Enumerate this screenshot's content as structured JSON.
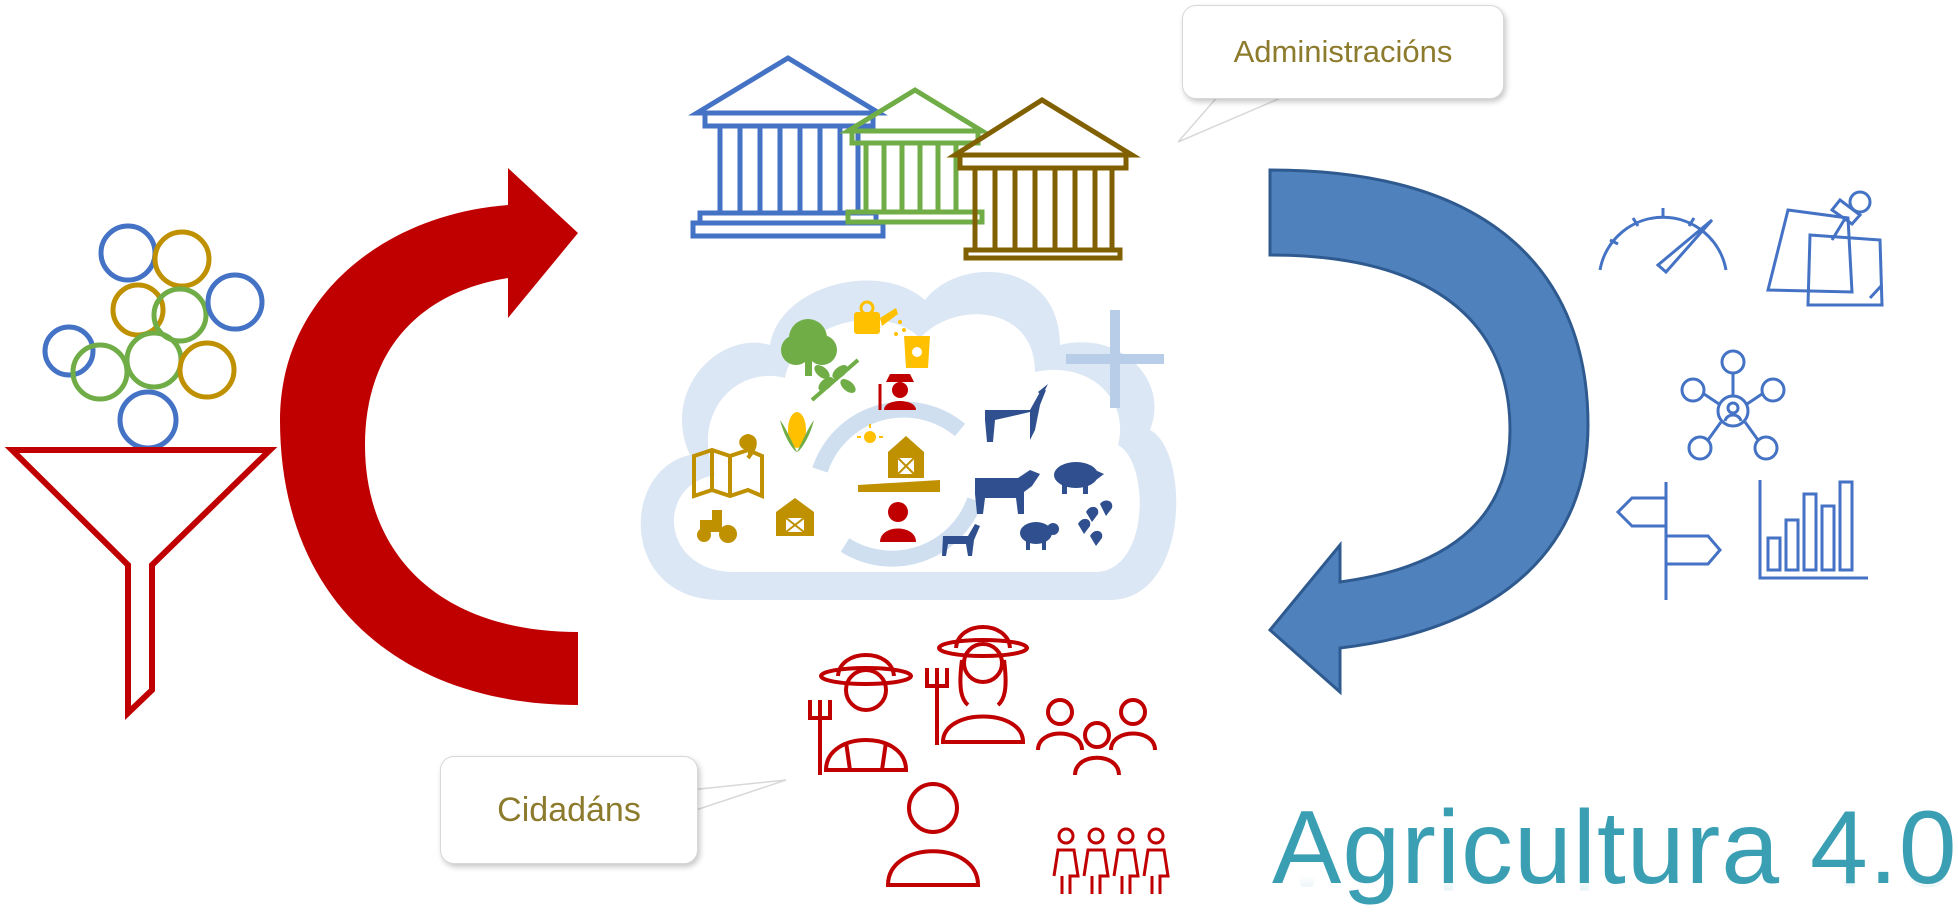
{
  "callouts": {
    "administrations": "Administracións",
    "citizens": "Cidadáns"
  },
  "title": "Agricultura 4.0",
  "colors": {
    "red": "#c00000",
    "blue_arrow": "#4f81bd",
    "royal_blue": "#4472c4",
    "green": "#70ad47",
    "gold": "#bf9000",
    "brown": "#806000",
    "navy": "#2f4f8f",
    "cloud": "#dbe7f4",
    "title": "#3a9fb3"
  },
  "icons": [
    "funnel-icon",
    "data-circles-icon",
    "government-building-icon",
    "cloud-icon",
    "plus-icon",
    "tree-icon",
    "watering-can-icon",
    "seed-bag-icon",
    "leaf-branch-icon",
    "farmer-icon",
    "horse-icon",
    "corn-icon",
    "sun-icon",
    "barn-icon",
    "map-pin-icon",
    "tractor-icon",
    "refresh-icon",
    "cow-icon",
    "pig-icon",
    "goat-icon",
    "sheep-icon",
    "chicken-icon",
    "gauge-icon",
    "pinned-notes-icon",
    "network-hub-icon",
    "signpost-icon",
    "bar-chart-icon",
    "group-icon",
    "person-icon",
    "family-icon"
  ]
}
